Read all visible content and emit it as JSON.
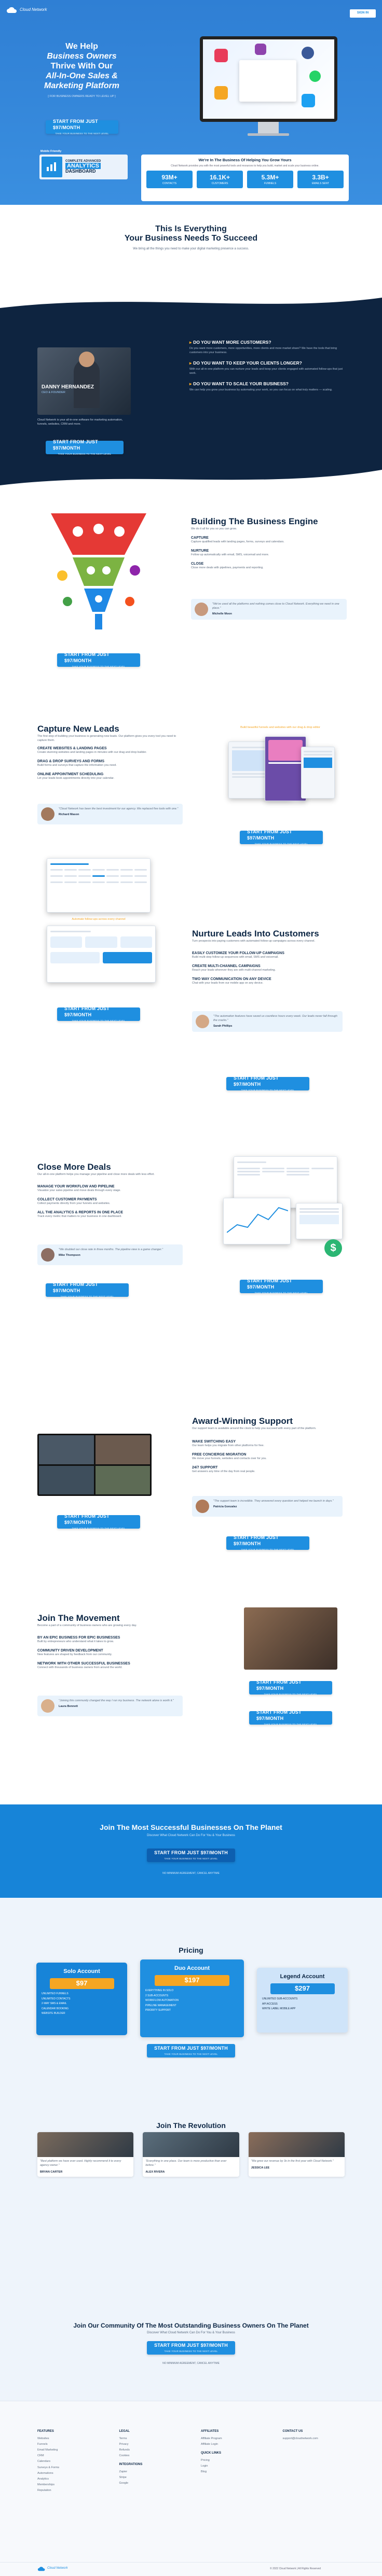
{
  "brand": {
    "name": "Cloud Network",
    "logo_icon": "cloud-icon"
  },
  "header": {
    "signin_label": "SIGN IN"
  },
  "hero": {
    "line1": "We Help",
    "line2": "Business Owners",
    "line3": "Thrive With Our",
    "line4": "All-In-One Sales &",
    "line5": "Marketing Platform",
    "tagline": "[ FOR BUSINESS OWNERS READY TO LEVEL UP ]",
    "cta_label": "START FROM JUST $97/MONTH",
    "cta_sub": "TAKE YOUR BUSINESS TO THE NEXT LEVEL",
    "mobile_label": "Mobile Friendly",
    "badge_line1": "COMPLETE ADVANCED",
    "badge_line2": "ANALYTICS",
    "badge_line3": "DASHBOARD"
  },
  "stats": {
    "title": "We're In The Business Of Helping You Grow Yours",
    "desc": "Cloud Network provides you with the most powerful tools and resources to help you build, market and scale your business online.",
    "items": [
      {
        "value": "93M+",
        "label": "CONTACTS"
      },
      {
        "value": "16.1K+",
        "label": "CUSTOMERS"
      },
      {
        "value": "5.3M+",
        "label": "FUNNELS"
      },
      {
        "value": "3.3B+",
        "label": "EMAILS SENT"
      }
    ]
  },
  "everything": {
    "title_line1": "This Is Everything",
    "title_line2": "Your Business Needs To Succeed",
    "sub": "We bring all the things you need to make your digital marketing presence a success."
  },
  "video": {
    "name": "DANNY HERNANDEZ",
    "role": "CEO & FOUNDER",
    "text": "Cloud Network is your all-in-one software for marketing automation, funnels, websites, CRM and more.",
    "cta_label": "START FROM JUST $97/MONTH",
    "cta_sub": "TAKE YOUR BUSINESS TO THE NEXT LEVEL"
  },
  "wants": [
    {
      "title": "DO YOU WANT MORE CUSTOMERS?",
      "text": "Do you want more customers, more opportunities, more clients and more market share? We have the tools that bring customers into your business."
    },
    {
      "title": "DO YOU WANT TO KEEP YOUR CLIENTS LONGER?",
      "text": "With our all-in-one platform you can nurture your leads and keep your clients engaged with automated follow-ups that just work."
    },
    {
      "title": "DO YOU WANT TO SCALE YOUR BUSINESS?",
      "text": "We can help you grow your business by automating your work, so you can focus on what truly matters — scaling."
    }
  ],
  "engine": {
    "title": "Building The Business Engine",
    "sub": "We do it all for you so you can grow.",
    "items": [
      {
        "title": "CAPTURE",
        "text": "Capture qualified leads with landing pages, forms, surveys and calendars."
      },
      {
        "title": "NURTURE",
        "text": "Follow up automatically with email, SMS, voicemail and more."
      },
      {
        "title": "CLOSE",
        "text": "Close more deals with pipelines, payments and reporting."
      }
    ],
    "quote": "\"We've used all the platforms and nothing comes close to Cloud Network. Everything we need in one place.\"",
    "quote_name": "Michelle Moon",
    "cta_label": "START FROM JUST $97/MONTH",
    "cta_sub": "TAKE YOUR BUSINESS TO THE NEXT LEVEL"
  },
  "capture": {
    "title": "Capture New Leads",
    "intro": "The first step of building your business is generating new leads. Our platform gives you every tool you need to capture them.",
    "features": [
      {
        "title": "CREATE WEBSITES & LANDING PAGES",
        "text": "Create stunning websites and landing pages in minutes with our drag and drop builder."
      },
      {
        "title": "DRAG & DROP SURVEYS AND FORMS",
        "text": "Build forms and surveys that capture the information you need."
      },
      {
        "title": "ONLINE APPOINTMENT SCHEDULING",
        "text": "Let your leads book appointments directly into your calendar."
      }
    ],
    "quote": "\"Cloud Network has been the best investment for our agency. We replaced five tools with one.\"",
    "quote_name": "Richard Mason",
    "caption": "Build beautiful funnels and websites with our drag & drop editor",
    "cta_label": "START FROM JUST $97/MONTH",
    "cta_sub": "TAKE YOUR BUSINESS TO THE NEXT LEVEL"
  },
  "nurture": {
    "title": "Nurture Leads Into Customers",
    "intro": "Turn prospects into paying customers with automated follow-up campaigns across every channel.",
    "features": [
      {
        "title": "EASILY CUSTOMIZE YOUR FOLLOW-UP CAMPAIGNS",
        "text": "Build multi-step follow-up sequences with email, SMS and voicemail."
      },
      {
        "title": "CREATE MULTI-CHANNEL CAMPAIGNS",
        "text": "Reach your leads wherever they are with multi-channel marketing."
      },
      {
        "title": "TWO WAY COMMUNICATION ON ANY DEVICE",
        "text": "Chat with your leads from our mobile app on any device."
      }
    ],
    "quote": "\"The automation features have saved us countless hours every week. Our leads never fall through the cracks.\"",
    "quote_name": "Sarah Phillips",
    "caption": "Automate follow-ups across every channel",
    "cta_label": "START FROM JUST $97/MONTH",
    "cta_sub": "TAKE YOUR BUSINESS TO THE NEXT LEVEL"
  },
  "close": {
    "title": "Close More Deals",
    "intro": "Our all-in-one platform helps you manage your pipeline and close more deals with less effort.",
    "features": [
      {
        "title": "MANAGE YOUR WORKFLOW AND PIPELINE",
        "text": "Visualize your sales pipeline and move deals through every stage."
      },
      {
        "title": "COLLECT CUSTOMER PAYMENTS",
        "text": "Collect payments directly from your funnels and websites."
      },
      {
        "title": "ALL THE ANALYTICS & REPORTS IN ONE PLACE",
        "text": "Track every metric that matters to your business in one dashboard."
      }
    ],
    "quote": "\"We doubled our close rate in three months. The pipeline view is a game changer.\"",
    "quote_name": "Mike Thompson",
    "cta_label": "START FROM JUST $97/MONTH",
    "cta_sub": "TAKE YOUR BUSINESS TO THE NEXT LEVEL"
  },
  "support": {
    "title": "Award-Winning Support",
    "intro": "Our support team is available around the clock to help you succeed with every part of the platform.",
    "features": [
      {
        "title": "WAKE SWITCHING EASY",
        "text": "Our team helps you migrate from other platforms for free."
      },
      {
        "title": "FREE CONCIERGE MIGRATION",
        "text": "We move your funnels, websites and contacts over for you."
      },
      {
        "title": "24/7 SUPPORT",
        "text": "Get answers any time of the day from real people."
      }
    ],
    "quote": "\"The support team is incredible. They answered every question and helped me launch in days.\"",
    "quote_name": "Patricia Gonzalez",
    "cta_label": "START FROM JUST $97/MONTH",
    "cta_sub": "TAKE YOUR BUSINESS TO THE NEXT LEVEL"
  },
  "movement": {
    "title": "Join The Movement",
    "intro": "Become a part of a community of business owners who are growing every day.",
    "features": [
      {
        "title": "BY AN EPIC BUSINESS FOR EPIC BUSINESSES",
        "text": "Built by entrepreneurs who understand what it takes to grow."
      },
      {
        "title": "COMMUNITY DRIVEN DEVELOPMENT",
        "text": "New features are shaped by feedback from our community."
      },
      {
        "title": "NETWORK WITH OTHER SUCCESSFUL BUSINESSES",
        "text": "Connect with thousands of business owners from around the world."
      }
    ],
    "quote": "\"Joining this community changed the way I run my business. The network alone is worth it.\"",
    "quote_name": "Laura Bennett",
    "cta_label": "START FROM JUST $97/MONTH",
    "cta_sub": "TAKE YOUR BUSINESS TO THE NEXT LEVEL"
  },
  "band1": {
    "title": "Join The Most Successful Businesses On The Planet",
    "sub": "Discover What Cloud Network Can Do For You & Your Business",
    "cta_label": "START FROM JUST $97/MONTH",
    "cta_sub": "TAKE YOUR BUSINESS TO THE NEXT LEVEL",
    "note": "NO MINIMUM AGREEMENT, CANCEL ANYTIME"
  },
  "pricing": {
    "title": "Pricing",
    "plans": [
      {
        "name": "Solo Account",
        "price": "$97",
        "features": [
          "UNLIMITED FUNNELS",
          "UNLIMITED CONTACTS",
          "2-WAY SMS & EMAIL",
          "CALENDAR BOOKING",
          "WEBSITE BUILDER"
        ]
      },
      {
        "name": "Duo Account",
        "price": "$197",
        "features": [
          "EVERYTHING IN SOLO",
          "2 SUB-ACCOUNTS",
          "WORKFLOW AUTOMATION",
          "PIPELINE MANAGEMENT",
          "PRIORITY SUPPORT"
        ]
      },
      {
        "name": "Legend Account",
        "price": "$297",
        "features": [
          "UNLIMITED SUB-ACCOUNTS",
          "API ACCESS",
          "WHITE LABEL MOBILE APP"
        ]
      }
    ],
    "cta_label": "START FROM JUST $97/MONTH",
    "cta_sub": "TAKE YOUR BUSINESS TO THE NEXT LEVEL"
  },
  "revolution": {
    "title": "Join The Revolution",
    "cards": [
      {
        "quote": "\"Best platform we have ever used. Highly recommend it to every agency owner.\"",
        "name": "BRYAN CARTER"
      },
      {
        "quote": "\"Everything in one place. Our team is more productive than ever before.\"",
        "name": "ALEX RIVERA"
      },
      {
        "quote": "\"We grew our revenue by 3x in the first year with Cloud Network.\"",
        "name": "JESSICA LEE"
      }
    ]
  },
  "band2": {
    "title": "Join Our Community Of The Most Outstanding Business Owners On The Planet",
    "sub": "Discover What Cloud Network Can Do For You & Your Business",
    "cta_label": "START FROM JUST $97/MONTH",
    "cta_sub": "TAKE YOUR BUSINESS TO THE NEXT LEVEL",
    "note": "NO MINIMUM AGREEMENT, CANCEL ANYTIME"
  },
  "footer": {
    "cols": [
      {
        "title": "FEATURES",
        "links": [
          "Websites",
          "Funnels",
          "Email Marketing",
          "CRM",
          "Calendars",
          "Surveys & Forms",
          "Automations",
          "Analytics",
          "Memberships",
          "Reputation"
        ]
      },
      {
        "title": "LEGAL",
        "links": [
          "Terms",
          "Privacy",
          "Refunds",
          "Cookies"
        ]
      },
      {
        "title": "AFFILIATES",
        "links": [
          "Affiliate Program",
          "Affiliate Login"
        ]
      },
      {
        "title": "CONTACT US",
        "links": [
          "support@cloudnetwork.com"
        ]
      }
    ],
    "col2b_title": "INTEGRATIONS",
    "col2b_links": [
      "Zapier",
      "Stripe",
      "Google"
    ],
    "col3b_title": "QUICK LINKS",
    "col3b_links": [
      "Pricing",
      "Login",
      "Blog"
    ],
    "copyright": "© 2022 Cloud Network | All Rights Reserved"
  },
  "colors": {
    "primary": "#1f8fe0",
    "dark": "#0d2745",
    "hero": "#2f80d6",
    "accent": "#f5a623"
  }
}
